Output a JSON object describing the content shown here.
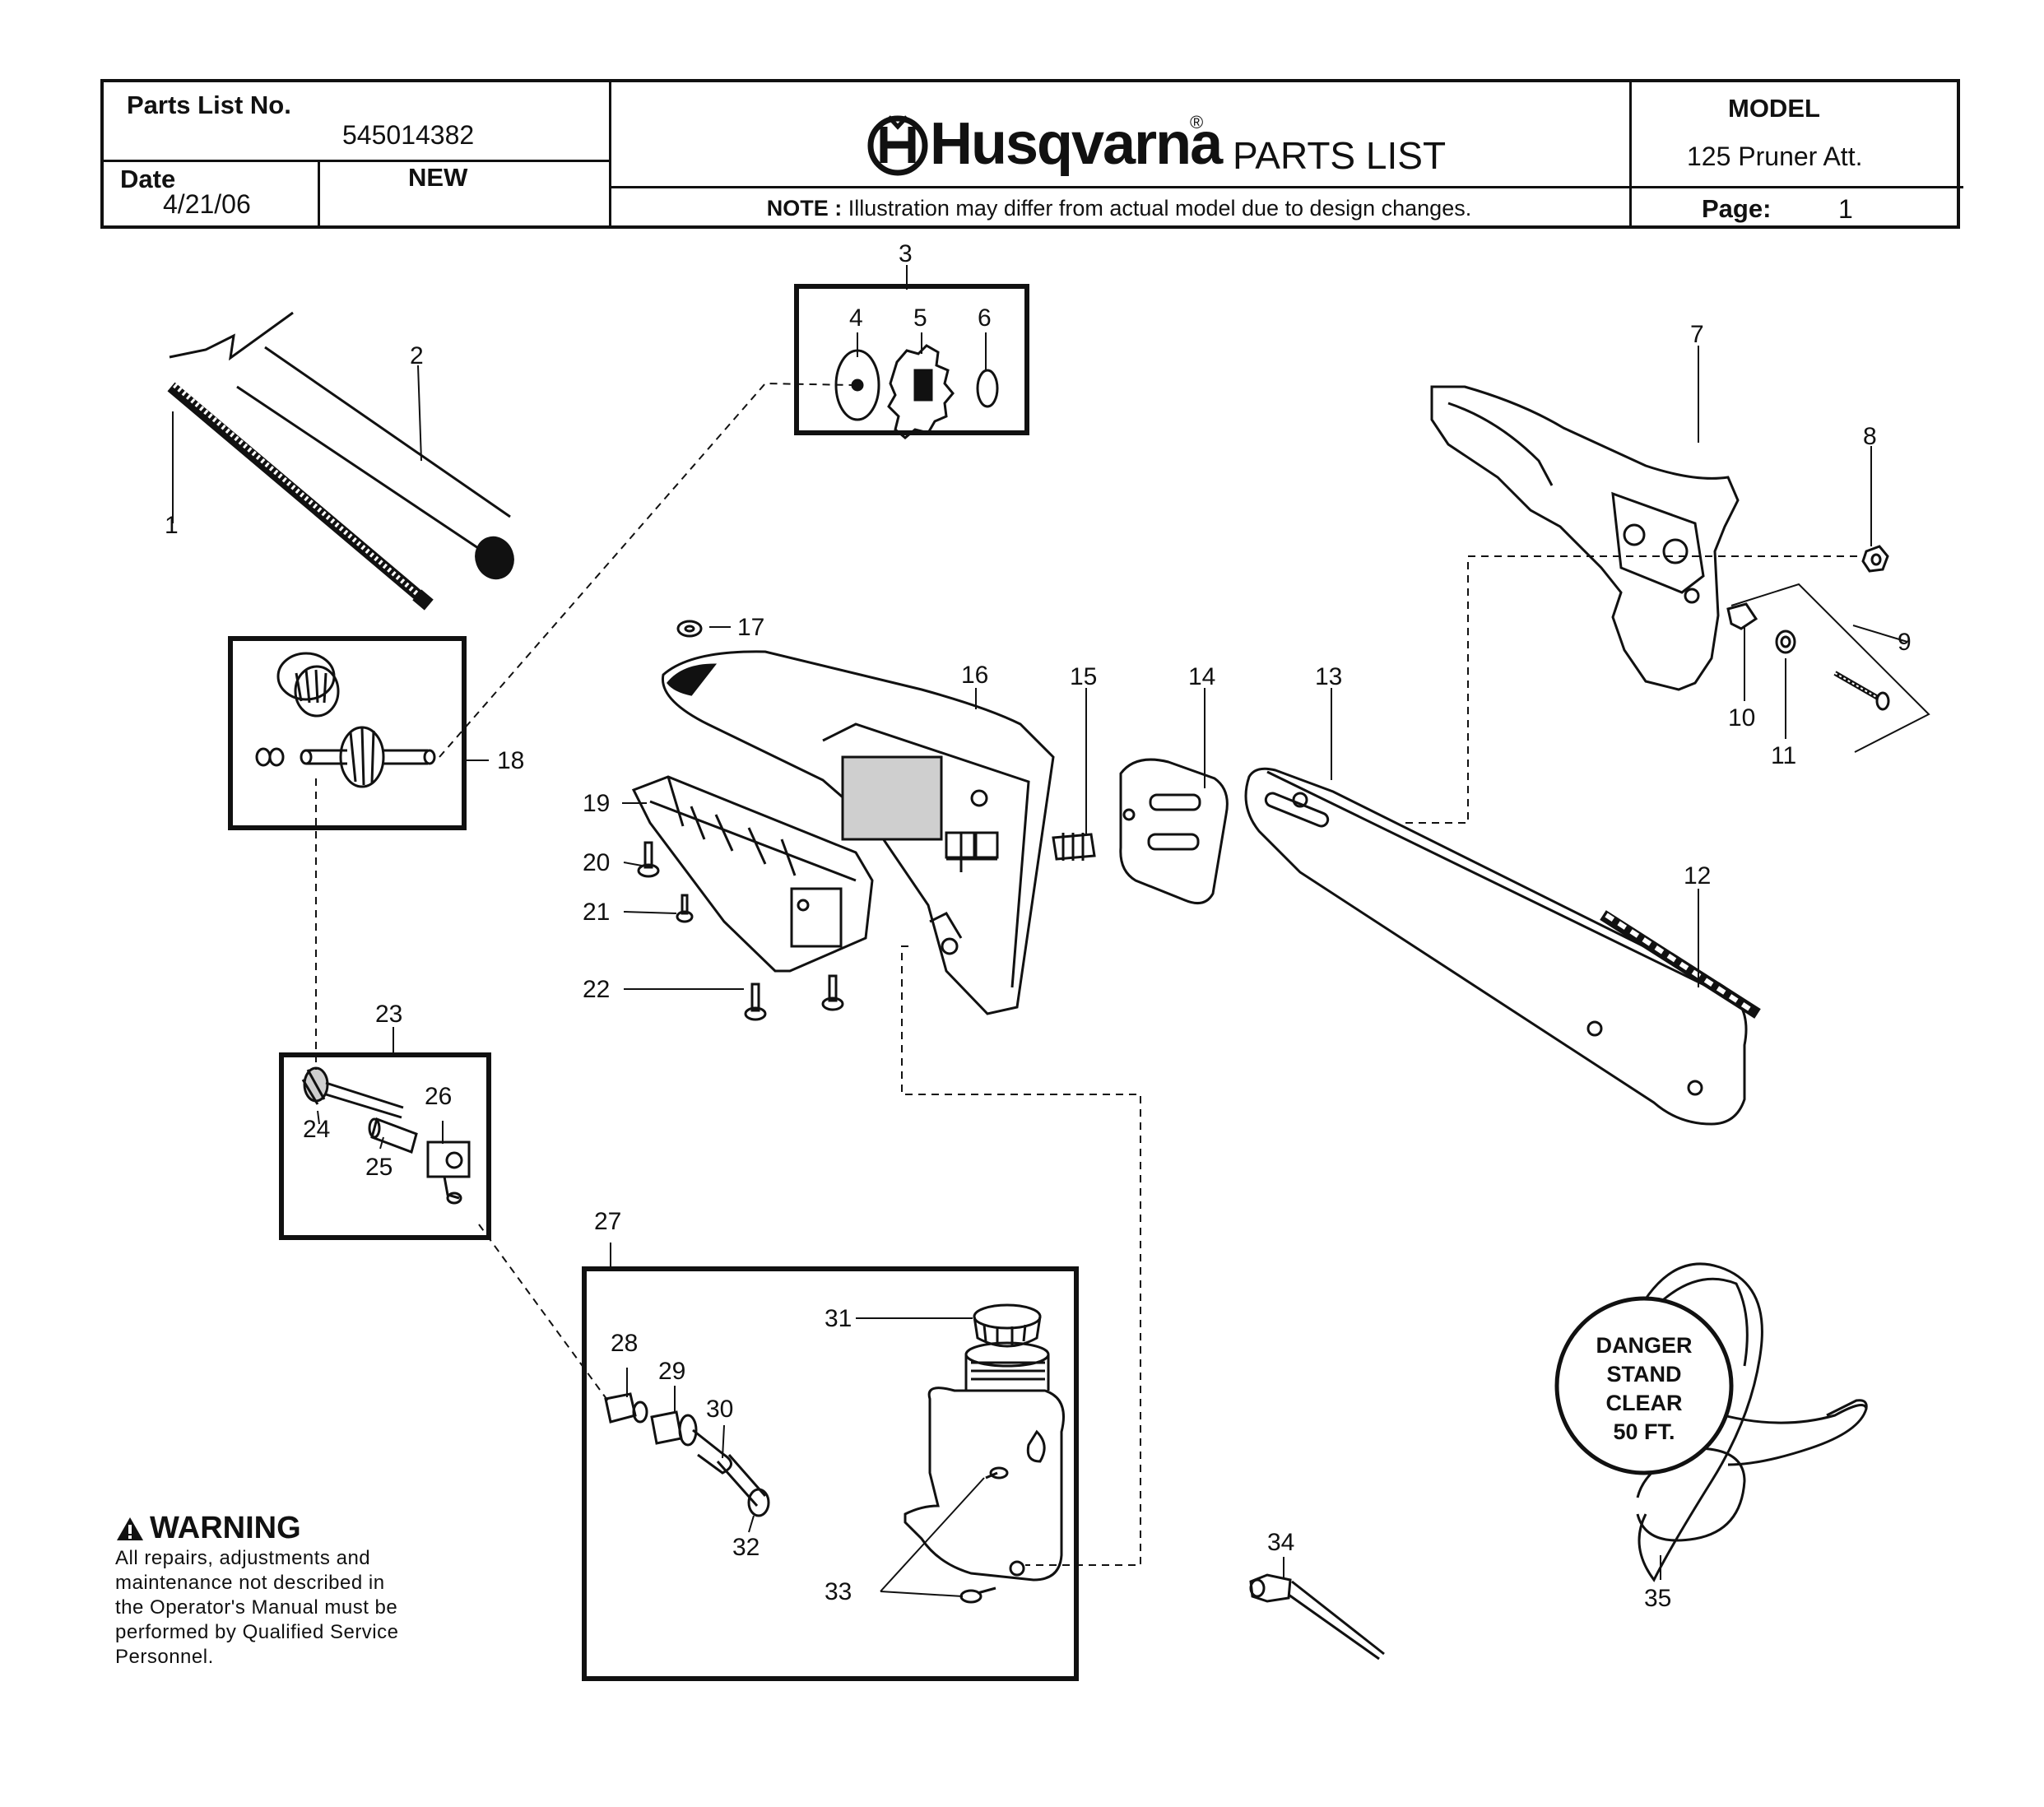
{
  "header": {
    "parts_list_label": "Parts List No.",
    "parts_list_no": "545014382",
    "date_label": "Date",
    "date_value": "4/21/06",
    "status": "NEW",
    "brand": "Husqvarna",
    "registered_mark": "®",
    "doc_title": "PARTS LIST",
    "note_label": "NOTE :",
    "note_text": "Illustration may differ from actual model due to design changes.",
    "model_label": "MODEL",
    "model_value": "125 Pruner Att.",
    "page_label": "Page:",
    "page_value": "1"
  },
  "warning": {
    "title": "WARNING",
    "body": "All repairs, adjustments and\nmaintenance not described in\nthe Operator's Manual must be\nperformed by Qualified Service\nPersonnel."
  },
  "callouts": [
    "1",
    "2",
    "3",
    "4",
    "5",
    "6",
    "7",
    "8",
    "9",
    "10",
    "11",
    "12",
    "13",
    "14",
    "15",
    "16",
    "17",
    "18",
    "19",
    "20",
    "21",
    "22",
    "23",
    "24",
    "25",
    "26",
    "27",
    "28",
    "29",
    "30",
    "31",
    "32",
    "33",
    "34",
    "35"
  ],
  "danger_tag": {
    "line1": "DANGER",
    "line2": "STAND",
    "line3": "CLEAR",
    "line4": "50 FT."
  },
  "colors": {
    "ink": "#111111",
    "paper": "#ffffff",
    "shade": "#cfcfcf"
  }
}
